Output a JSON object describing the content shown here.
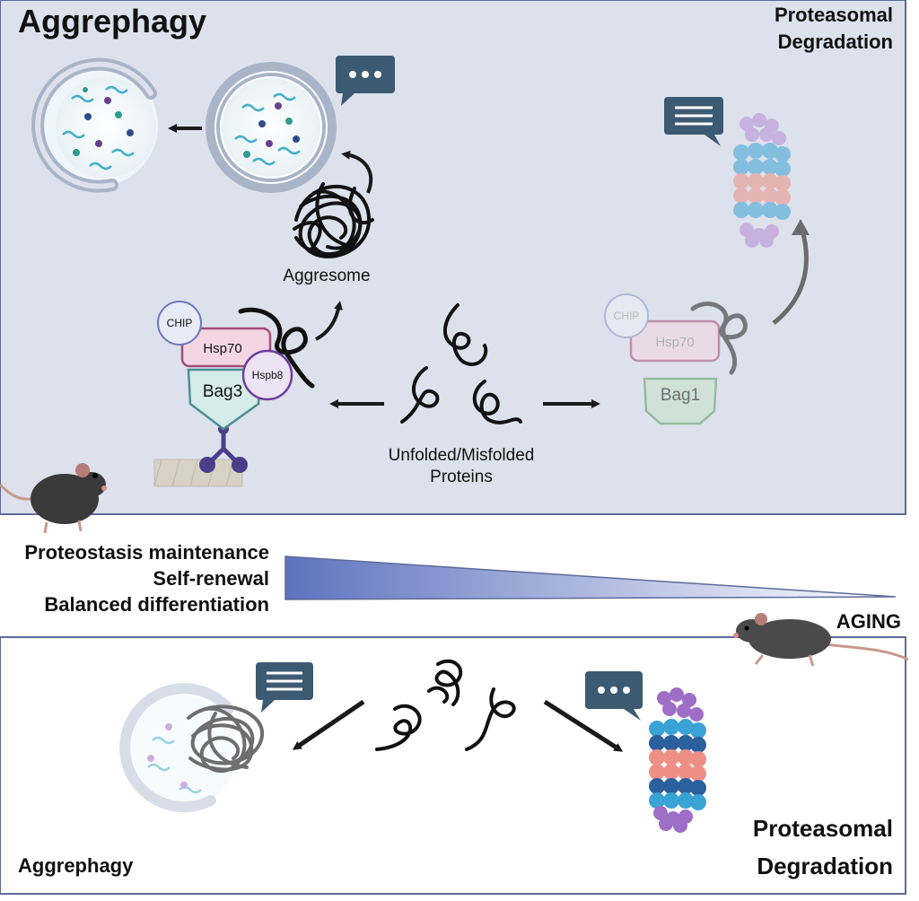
{
  "top_panel": {
    "left_title": "Aggrephagy",
    "right_title_line1": "Proteasomal",
    "right_title_line2": "Degradation",
    "aggresome_label": "Aggresome",
    "unfolded_label_line1": "Unfolded/Misfolded",
    "unfolded_label_line2": "Proteins",
    "left_complex": {
      "chip": "CHIP",
      "hsp70": "Hsp70",
      "hspb8": "Hspb8",
      "bag3": "Bag3"
    },
    "right_complex": {
      "chip": "CHIP",
      "hsp70": "Hsp70",
      "bag1": "Bag1"
    }
  },
  "middle": {
    "line1": "Proteostasis maintenance",
    "line2": "Self-renewal",
    "line3": "Balanced differentiation",
    "aging_label": "AGING"
  },
  "bottom_panel": {
    "left_title": "Aggrephagy",
    "right_title_line1": "Proteasomal",
    "right_title_line2": "Degradation"
  },
  "colors": {
    "panel_top_bg": "#dde1ec",
    "panel_border": "#5d6a9a",
    "speech_bubble": "#3d5a73",
    "gradient_dark": "#5f73bf",
    "hsp70": "#f3d6e2",
    "bag3": "#d5ece9",
    "hspb8": "#ece3f4",
    "chip": "#e8eaf6",
    "proteasome_blue": "#3aa3d6",
    "proteasome_pink": "#ee8f85",
    "proteasome_purple": "#9e6fc6"
  }
}
